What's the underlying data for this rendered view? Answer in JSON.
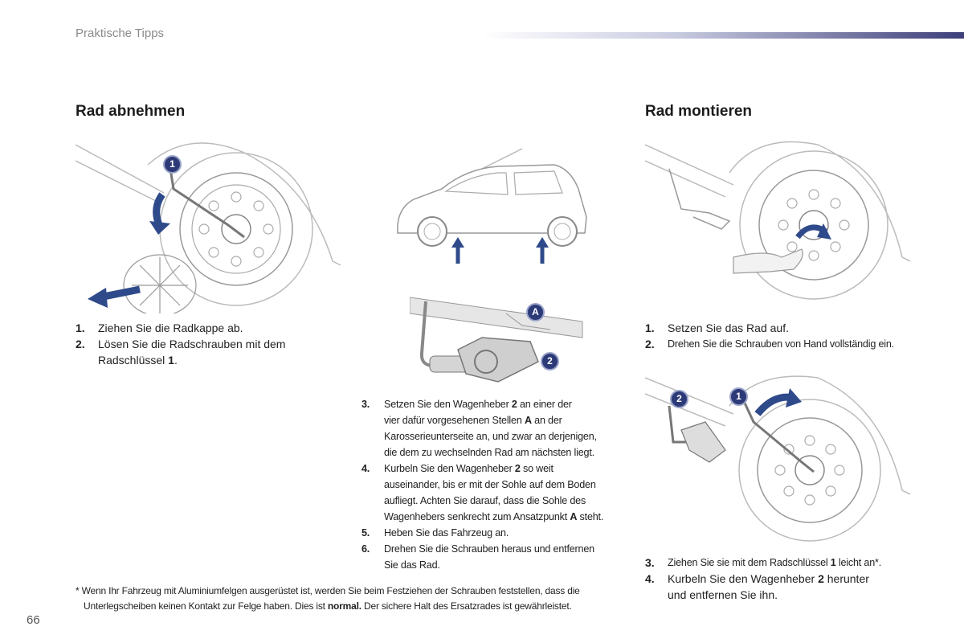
{
  "header": {
    "section": "Praktische Tipps"
  },
  "left": {
    "title": "Rad abnehmen",
    "steps": [
      {
        "num": "1.",
        "text": "Ziehen Sie die Radkappe ab."
      },
      {
        "num": "2.",
        "text_a": "Lösen Sie die Radschrauben mit dem",
        "text_b": "Radschlüssel ",
        "bold": "1",
        "text_c": "."
      }
    ],
    "callout_1": "1"
  },
  "middle": {
    "callout_a": "A",
    "callout_2": "2",
    "steps": [
      {
        "num": "3.",
        "l1a": "Setzen Sie den Wagenheber ",
        "l1b": "2",
        "l1c": " an einer der",
        "l2a": "vier dafür vorgesehenen Stellen ",
        "l2b": "A",
        "l2c": " an der",
        "l3": "Karosserieunterseite an, und zwar an derjenigen,",
        "l4": "die dem zu wechselnden Rad am nächsten liegt."
      },
      {
        "num": "4.",
        "l1a": "Kurbeln Sie den Wagenheber ",
        "l1b": "2",
        "l1c": " so weit",
        "l2": "auseinander, bis er mit der Sohle auf dem Boden",
        "l3": "aufliegt. Achten Sie darauf, dass die Sohle des",
        "l4a": "Wagenhebers senkrecht zum Ansatzpunkt ",
        "l4b": "A",
        "l4c": " steht."
      },
      {
        "num": "5.",
        "l1": "Heben Sie das Fahrzeug an."
      },
      {
        "num": "6.",
        "l1": "Drehen Sie die Schrauben heraus und entfernen",
        "l2": "Sie das Rad."
      }
    ]
  },
  "right": {
    "title": "Rad montieren",
    "steps_top": [
      {
        "num": "1.",
        "text": "Setzen Sie das Rad auf."
      },
      {
        "num": "2.",
        "text": "Drehen Sie die Schrauben von Hand vollständig ein."
      }
    ],
    "steps_bottom": [
      {
        "num": "3.",
        "a": "Ziehen Sie sie mit dem Radschlüssel ",
        "b": "1",
        "c": " leicht an*."
      },
      {
        "num": "4.",
        "a": "Kurbeln Sie den Wagenheber ",
        "b": "2",
        "c": " herunter",
        "d": "und entfernen Sie ihn."
      }
    ],
    "callout_1": "1",
    "callout_2": "2"
  },
  "footnote": {
    "l1": "* Wenn Ihr Fahrzeug mit Aluminiumfelgen ausgerüstet ist, werden Sie beim Festziehen der Schrauben feststellen, dass die",
    "l2a": "Unterlegscheiben keinen Kontakt zur Felge haben. Dies ist ",
    "l2b": "normal.",
    "l2c": " Der sichere Halt des Ersatzrades ist gewährleistet."
  },
  "page_number": "66",
  "colors": {
    "callout": "#2d3a78",
    "arrow": "#2f4a8a",
    "header_bar": "#3d3f7a"
  }
}
